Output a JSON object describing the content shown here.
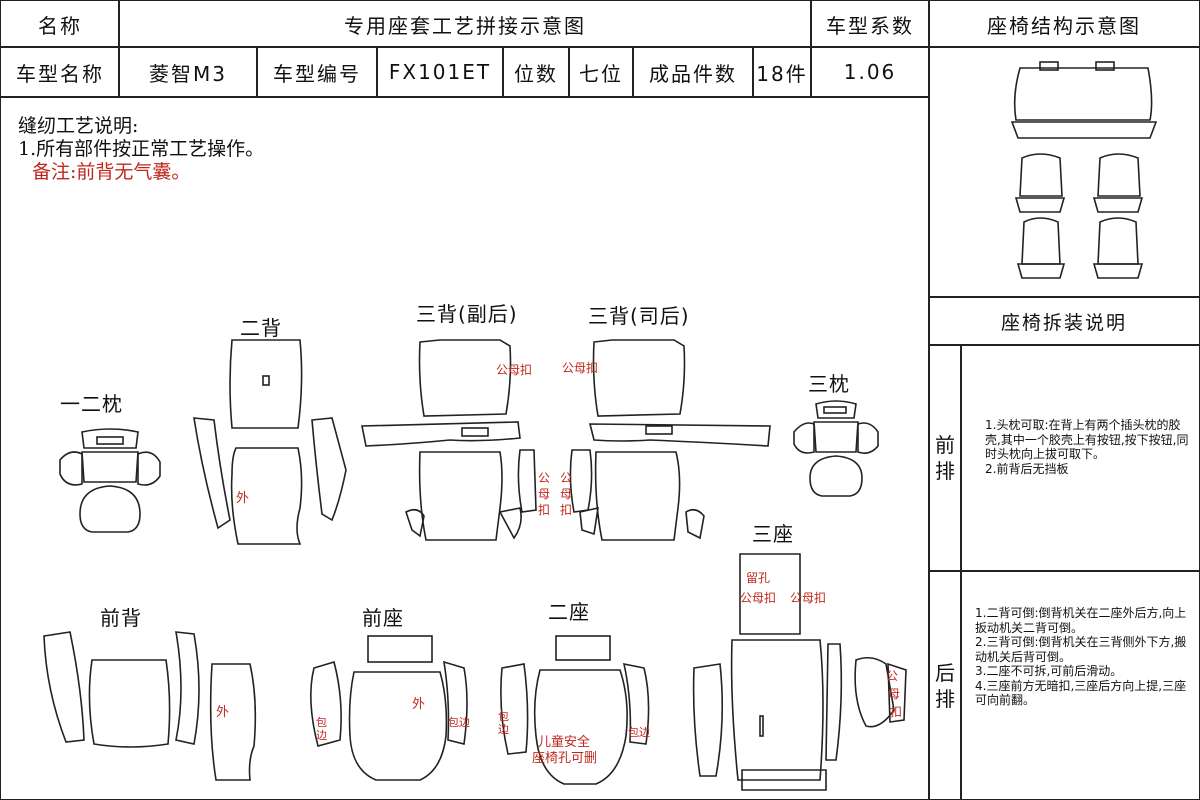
{
  "header": {
    "name_label": "名称",
    "title": "专用座套工艺拼接示意图",
    "coef_label": "车型系数",
    "struct_title": "座椅结构示意图"
  },
  "info_row": {
    "model_label": "车型名称",
    "model_value": "菱智M3",
    "code_label": "车型编号",
    "code_value": "FX101ET",
    "seats_label": "位数",
    "seats_value": "七位",
    "pieces_label": "成品件数",
    "pieces_value": "18件",
    "coef_value": "1.06"
  },
  "notes": {
    "title": "缝纫工艺说明:",
    "item1": "1.所有部件按正常工艺操作。",
    "remark": "备注:前背无气囊。"
  },
  "parts": {
    "g1": "一二枕",
    "g2": "二背",
    "g3": "三背(副后)",
    "g4": "三背(司后)",
    "g5": "三枕",
    "g6": "三座",
    "g7": "前背",
    "g8": "前座",
    "g9": "二座"
  },
  "annotations": {
    "out": "外",
    "snap": "公母扣",
    "hole": "留孔",
    "wrap": "包边",
    "child1": "儿童安全",
    "child2": "座椅孔可删",
    "snap_v1": "公",
    "snap_v2": "母",
    "snap_v3": "扣"
  },
  "side": {
    "disassembly_title": "座椅拆装说明",
    "front_label": "前排",
    "rear_label": "后排",
    "front_text_1": "1.头枕可取:在背上有两个插头枕的胶壳,其中一个胶壳上有按钮,按下按钮,同时头枕向上拔可取下。",
    "front_text_2": "2.前背后无挡板",
    "rear_text_1": "1.二背可倒:倒背机关在二座外后方,向上扳动机关二背可倒。",
    "rear_text_2": "2.三背可倒:倒背机关在三背侧外下方,搬动机关后背可倒。",
    "rear_text_3": "3.二座不可拆,可前后滑动。",
    "rear_text_4": "4.三座前方无暗扣,三座后方向上提,三座可向前翻。"
  },
  "colors": {
    "line": "#222222",
    "annotation": "#c0281e"
  }
}
